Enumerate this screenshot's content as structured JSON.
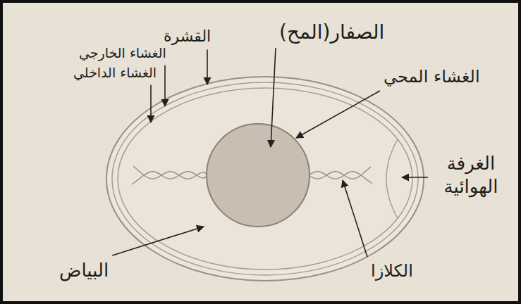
{
  "diagram": {
    "labels": [
      "القشرة",
      "الغشاء الخارجي",
      "الغشاء الداخلي",
      "الصفار(المح)",
      "الغشاء المحي",
      "الغرفة الهوائية",
      "الكلازا",
      "البياض"
    ]
  }
}
